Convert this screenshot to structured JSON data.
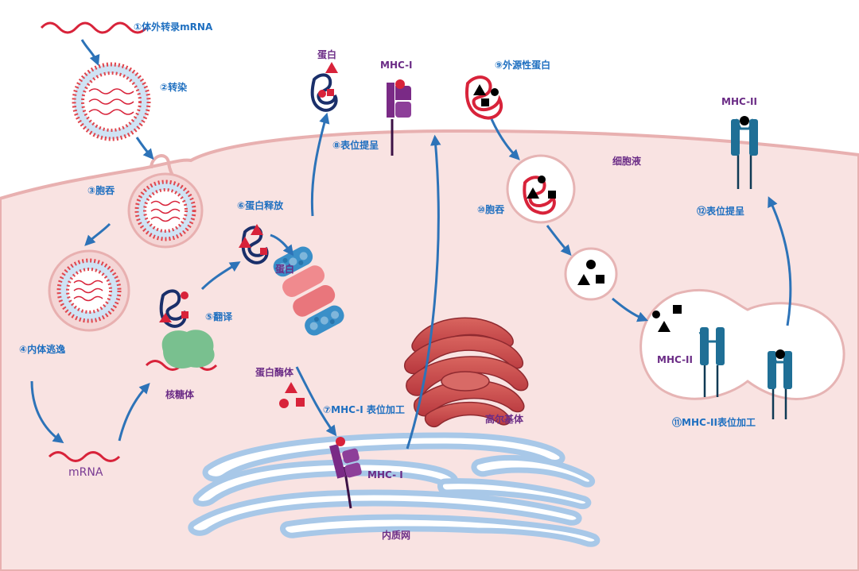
{
  "colors": {
    "cell_fill": "#f9e3e2",
    "membrane": "#e8b0b0",
    "step_text": "#1e6fc0",
    "organelle_text": "#6b2c86",
    "arrow": "#2d73b8",
    "rna": "#d8233a",
    "lipid_head": "#e0464e",
    "lipid_tail": "#bcd8ee",
    "mhc1": "#7a2a86",
    "mhc2": "#1f6f96",
    "ribosome": "#79c08f",
    "golgi": "#c94b4f",
    "er": "#a8c8e8"
  },
  "steps": {
    "s1": "①体外转录mRNA",
    "s2": "②转染",
    "s3": "③胞吞",
    "s4": "④内体逃逸",
    "s5": "⑤翻译",
    "s6": "⑥蛋白释放",
    "s7": "⑦MHC-I 表位加工",
    "s8": "⑧表位提呈",
    "s9": "⑨外源性蛋白",
    "s10": "⑩胞吞",
    "s11": "⑪MHC-II表位加工",
    "s12": "⑫表位提呈"
  },
  "labels": {
    "protein": "蛋白",
    "mhc1_top": "MHC-I",
    "cytosol": "细胞液",
    "mhc2_top": "MHC-II",
    "proteasome_label": "蛋白",
    "ribosome": "核糖体",
    "mrna": "mRNA",
    "protease": "蛋白酶体",
    "golgi": "高尔基体",
    "mhc1_er": "MHC- I",
    "er": "内质网",
    "mhc2_vesicle": "MHC-II"
  }
}
